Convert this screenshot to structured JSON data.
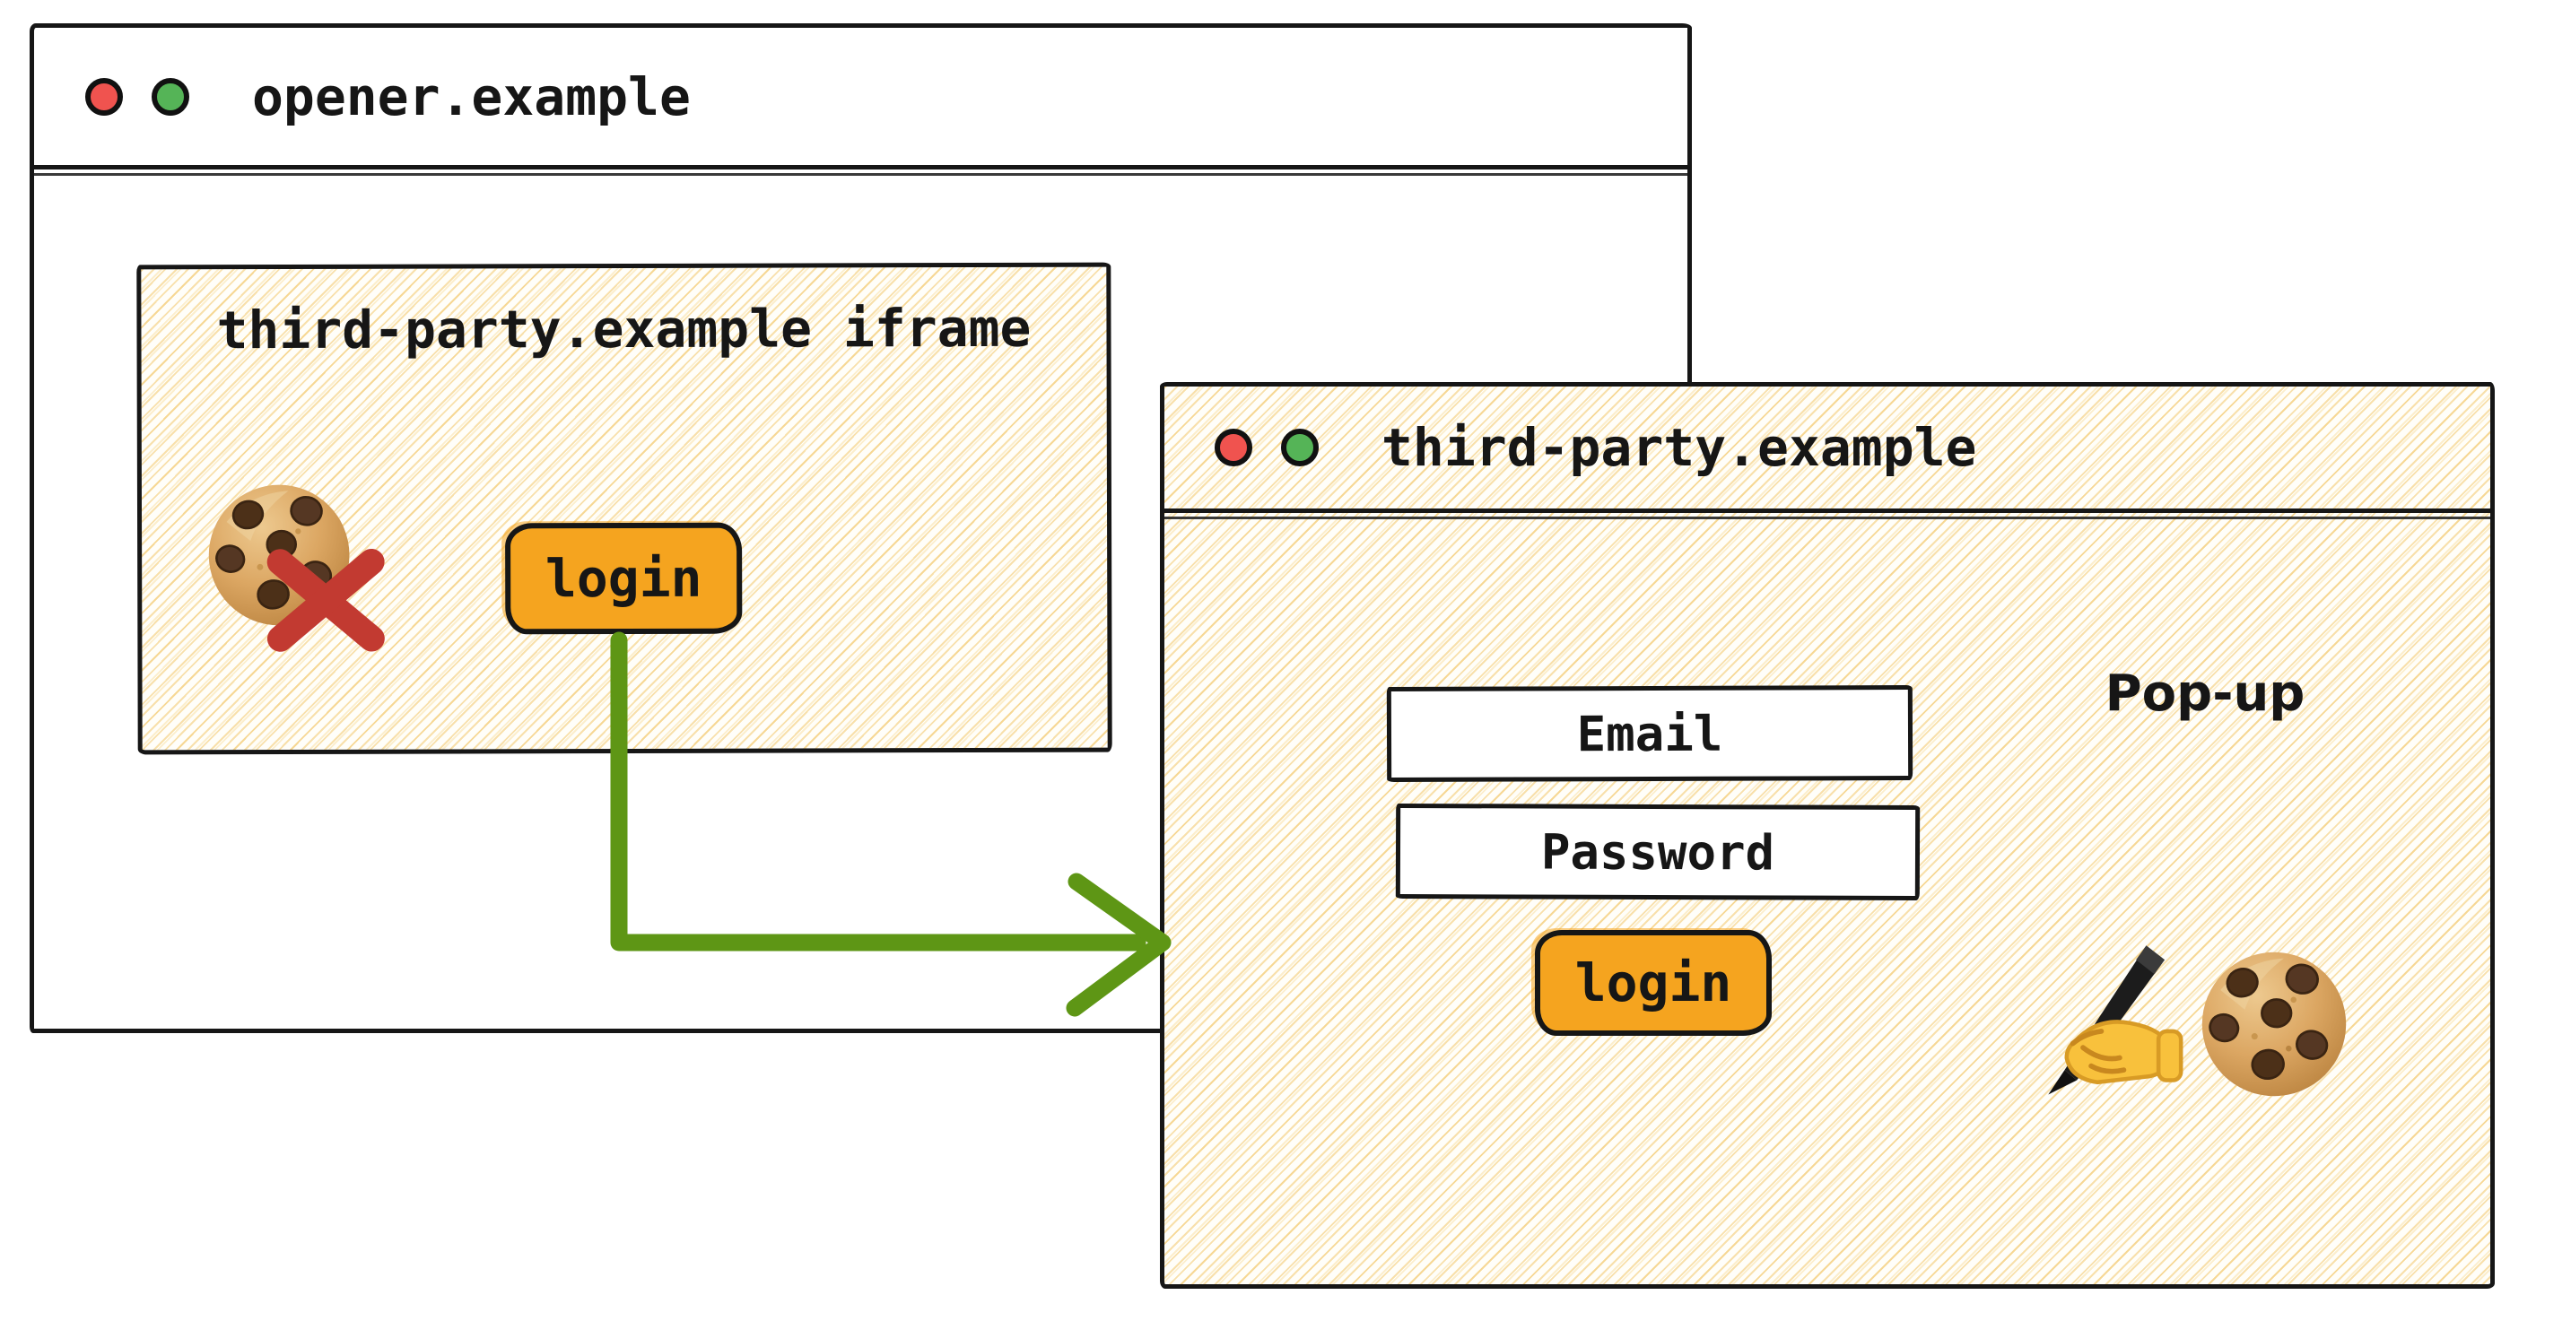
{
  "opener_window": {
    "title": "opener.example",
    "controls": {
      "close_icon": "red-dot",
      "minimize_icon": "green-dot"
    },
    "iframe": {
      "label": "third-party.example iframe",
      "cookie_icon": "cookie-emoji",
      "blocked_icon": "red-cross-mark",
      "login_button_label": "login"
    }
  },
  "popup_window": {
    "title": "third-party.example",
    "controls": {
      "close_icon": "red-dot",
      "minimize_icon": "green-dot"
    },
    "window_label": "Pop-up",
    "email_field_value": "Email",
    "password_field_value": "Password",
    "login_button_label": "login",
    "writing_hand_icon": "writing-hand-emoji",
    "cookie_icon": "cookie-emoji"
  },
  "colors": {
    "button_orange": "#F5A41F",
    "traffic_red": "#F0534F",
    "traffic_green": "#55B457",
    "cross_red": "#C23A31",
    "arrow_green": "#5E9615",
    "hatch_line": "#F2C25E",
    "ink_black": "#161616"
  }
}
